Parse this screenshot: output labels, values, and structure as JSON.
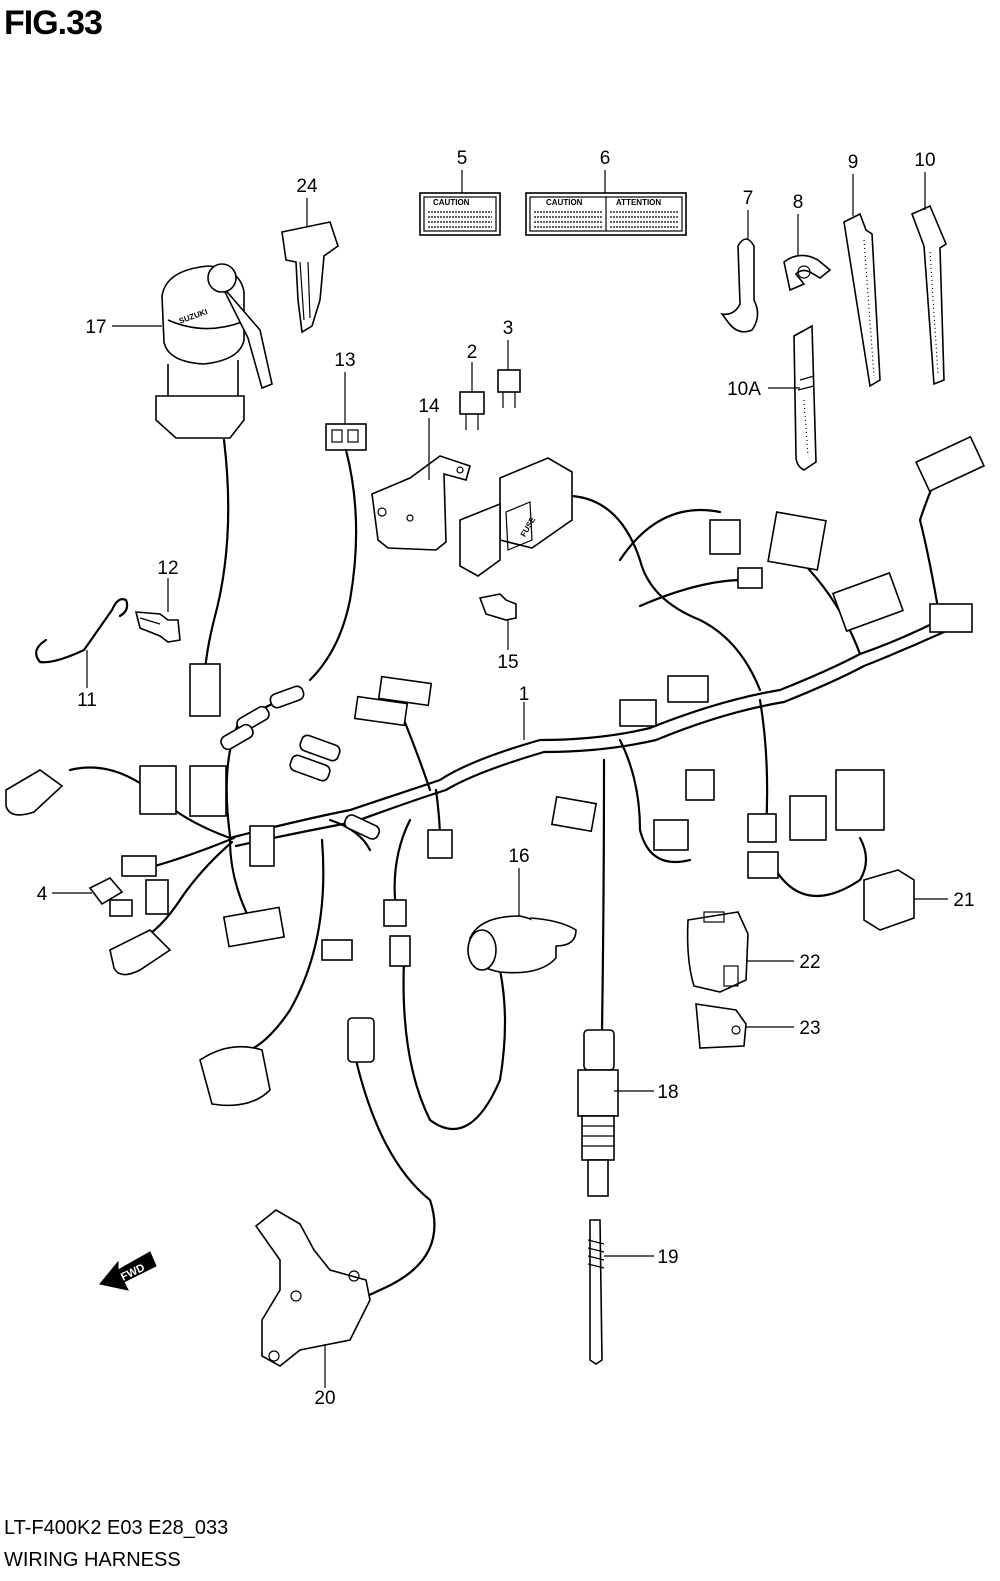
{
  "figure": {
    "title": "FIG.33",
    "footer_code": "LT-F400K2 E03 E28_033",
    "footer_name": "WIRING HARNESS"
  },
  "labels": {
    "label5_text": "CAUTION",
    "label6_left": "CAUTION",
    "label6_right": "ATTENTION",
    "fuse_text": "FUSE",
    "fwd_text": "FWD",
    "key_brand": "SUZUKI"
  },
  "callouts": [
    {
      "id": "1",
      "text": "1"
    },
    {
      "id": "2",
      "text": "2"
    },
    {
      "id": "3",
      "text": "3"
    },
    {
      "id": "4",
      "text": "4"
    },
    {
      "id": "5",
      "text": "5"
    },
    {
      "id": "6",
      "text": "6"
    },
    {
      "id": "7",
      "text": "7"
    },
    {
      "id": "8",
      "text": "8"
    },
    {
      "id": "9",
      "text": "9"
    },
    {
      "id": "10",
      "text": "10"
    },
    {
      "id": "10A",
      "text": "10A"
    },
    {
      "id": "11",
      "text": "11"
    },
    {
      "id": "12",
      "text": "12"
    },
    {
      "id": "13",
      "text": "13"
    },
    {
      "id": "14",
      "text": "14"
    },
    {
      "id": "15",
      "text": "15"
    },
    {
      "id": "16",
      "text": "16"
    },
    {
      "id": "17",
      "text": "17"
    },
    {
      "id": "18",
      "text": "18"
    },
    {
      "id": "19",
      "text": "19"
    },
    {
      "id": "20",
      "text": "20"
    },
    {
      "id": "21",
      "text": "21"
    },
    {
      "id": "22",
      "text": "22"
    },
    {
      "id": "23",
      "text": "23"
    },
    {
      "id": "24",
      "text": "24"
    }
  ]
}
